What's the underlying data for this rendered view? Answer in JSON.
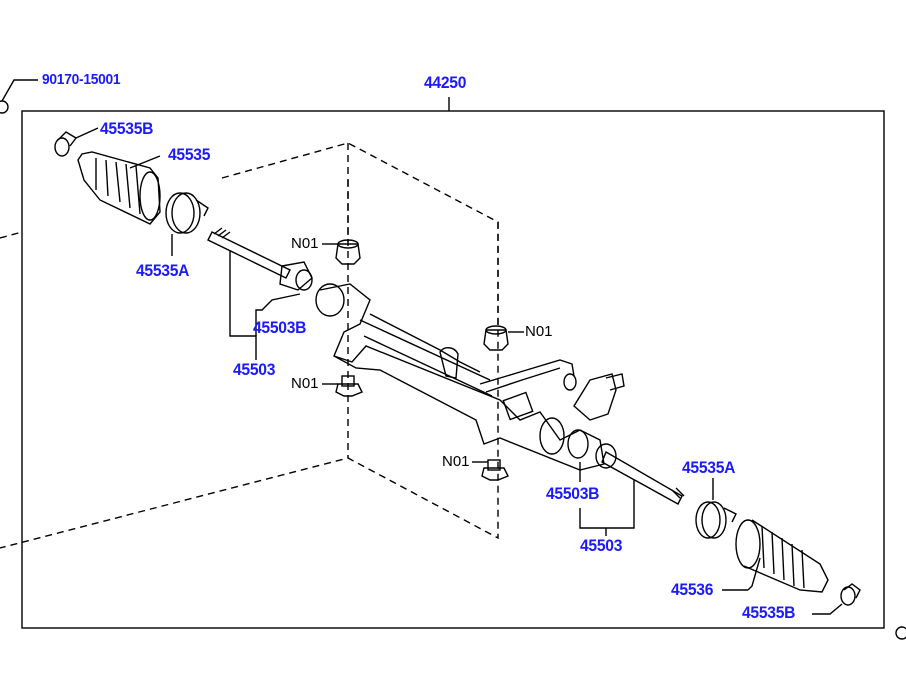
{
  "diagram": {
    "title": "Steering Gear Assembly Parts Diagram",
    "assembly_label": "44250",
    "colors": {
      "part_link": "#1a1aff",
      "lines": "#000000",
      "background": "#ffffff"
    },
    "parts": [
      {
        "id": "p-90170",
        "label": "90170-15001"
      },
      {
        "id": "p-45535B-left",
        "label": "45535B"
      },
      {
        "id": "p-45535",
        "label": "45535"
      },
      {
        "id": "p-45535A-left",
        "label": "45535A"
      },
      {
        "id": "p-45503B-left",
        "label": "45503B"
      },
      {
        "id": "p-45503-left",
        "label": "45503"
      },
      {
        "id": "p-45503B-right",
        "label": "45503B"
      },
      {
        "id": "p-45503-right",
        "label": "45503"
      },
      {
        "id": "p-45535A-right",
        "label": "45535A"
      },
      {
        "id": "p-45536",
        "label": "45536"
      },
      {
        "id": "p-45535B-right",
        "label": "45535B"
      }
    ],
    "non_service_labels": [
      "N01",
      "N01",
      "N01",
      "N01"
    ]
  }
}
